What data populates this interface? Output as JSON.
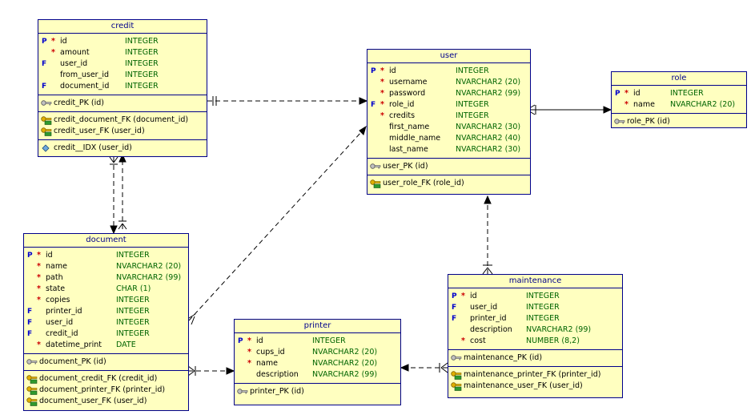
{
  "tables": {
    "credit": {
      "title": "credit",
      "columns": [
        {
          "pf": "P",
          "mand": "*",
          "name": "id",
          "type": "INTEGER"
        },
        {
          "pf": "",
          "mand": "*",
          "name": "amount",
          "type": "INTEGER"
        },
        {
          "pf": "F",
          "mand": "",
          "name": "user_id",
          "type": "INTEGER"
        },
        {
          "pf": "",
          "mand": "",
          "name": "from_user_id",
          "type": "INTEGER"
        },
        {
          "pf": "F",
          "mand": "",
          "name": "document_id",
          "type": "INTEGER"
        }
      ],
      "pk": [
        {
          "label": "credit_PK (id)",
          "icon": "primary-key-icon"
        }
      ],
      "fk": [
        {
          "label": "credit_document_FK (document_id)",
          "icon": "foreign-key-icon"
        },
        {
          "label": "credit_user_FK (user_id)",
          "icon": "foreign-key-icon"
        }
      ],
      "idx": [
        {
          "label": "credit__IDX (user_id)",
          "icon": "index-icon"
        }
      ]
    },
    "user": {
      "title": "user",
      "columns": [
        {
          "pf": "P",
          "mand": "*",
          "name": "id",
          "type": "INTEGER"
        },
        {
          "pf": "",
          "mand": "*",
          "name": "username",
          "type": "NVARCHAR2 (20)"
        },
        {
          "pf": "",
          "mand": "*",
          "name": "password",
          "type": "NVARCHAR2 (99)"
        },
        {
          "pf": "F",
          "mand": "*",
          "name": "role_id",
          "type": "INTEGER"
        },
        {
          "pf": "",
          "mand": "*",
          "name": "credits",
          "type": "INTEGER"
        },
        {
          "pf": "",
          "mand": "",
          "name": "first_name",
          "type": "NVARCHAR2 (30)"
        },
        {
          "pf": "",
          "mand": "",
          "name": "middle_name",
          "type": "NVARCHAR2 (40)"
        },
        {
          "pf": "",
          "mand": "",
          "name": "last_name",
          "type": "NVARCHAR2 (30)"
        }
      ],
      "pk": [
        {
          "label": "user_PK (id)",
          "icon": "primary-key-icon"
        }
      ],
      "fk": [
        {
          "label": "user_role_FK (role_id)",
          "icon": "foreign-key-icon"
        }
      ]
    },
    "role": {
      "title": "role",
      "columns": [
        {
          "pf": "P",
          "mand": "*",
          "name": "id",
          "type": "INTEGER"
        },
        {
          "pf": "",
          "mand": "*",
          "name": "name",
          "type": "NVARCHAR2 (20)"
        }
      ],
      "pk": [
        {
          "label": "role_PK (id)",
          "icon": "primary-key-icon"
        }
      ]
    },
    "document": {
      "title": "document",
      "columns": [
        {
          "pf": "P",
          "mand": "*",
          "name": "id",
          "type": "INTEGER"
        },
        {
          "pf": "",
          "mand": "*",
          "name": "name",
          "type": "NVARCHAR2 (20)"
        },
        {
          "pf": "",
          "mand": "*",
          "name": "path",
          "type": "NVARCHAR2 (99)"
        },
        {
          "pf": "",
          "mand": "*",
          "name": "state",
          "type": "CHAR (1)"
        },
        {
          "pf": "",
          "mand": "*",
          "name": "copies",
          "type": "INTEGER"
        },
        {
          "pf": "F",
          "mand": "",
          "name": "printer_id",
          "type": "INTEGER"
        },
        {
          "pf": "F",
          "mand": "",
          "name": "user_id",
          "type": "INTEGER"
        },
        {
          "pf": "F",
          "mand": "",
          "name": "credit_id",
          "type": "INTEGER"
        },
        {
          "pf": "",
          "mand": "*",
          "name": "datetime_print",
          "type": "DATE"
        }
      ],
      "pk": [
        {
          "label": "document_PK (id)",
          "icon": "primary-key-icon"
        }
      ],
      "fk": [
        {
          "label": "document_credit_FK (credit_id)",
          "icon": "foreign-key-icon"
        },
        {
          "label": "document_printer_FK (printer_id)",
          "icon": "foreign-key-icon"
        },
        {
          "label": "document_user_FK (user_id)",
          "icon": "foreign-key-icon"
        }
      ]
    },
    "printer": {
      "title": "printer",
      "columns": [
        {
          "pf": "P",
          "mand": "*",
          "name": "id",
          "type": "INTEGER"
        },
        {
          "pf": "",
          "mand": "*",
          "name": "cups_id",
          "type": "NVARCHAR2 (20)"
        },
        {
          "pf": "",
          "mand": "*",
          "name": "name",
          "type": "NVARCHAR2 (20)"
        },
        {
          "pf": "",
          "mand": "",
          "name": "description",
          "type": "NVARCHAR2 (99)"
        }
      ],
      "pk": [
        {
          "label": "printer_PK (id)",
          "icon": "primary-key-icon"
        }
      ]
    },
    "maintenance": {
      "title": "maintenance",
      "columns": [
        {
          "pf": "P",
          "mand": "*",
          "name": "id",
          "type": "INTEGER"
        },
        {
          "pf": "F",
          "mand": "",
          "name": "user_id",
          "type": "INTEGER"
        },
        {
          "pf": "F",
          "mand": "",
          "name": "printer_id",
          "type": "INTEGER"
        },
        {
          "pf": "",
          "mand": "",
          "name": "description",
          "type": "NVARCHAR2 (99)"
        },
        {
          "pf": "",
          "mand": "*",
          "name": "cost",
          "type": "NUMBER (8,2)"
        }
      ],
      "pk": [
        {
          "label": "maintenance_PK (id)",
          "icon": "primary-key-icon"
        }
      ],
      "fk": [
        {
          "label": "maintenance_printer_FK (printer_id)",
          "icon": "foreign-key-icon"
        },
        {
          "label": "maintenance_user_FK (user_id)",
          "icon": "foreign-key-icon"
        }
      ]
    }
  },
  "colors": {
    "table_fill": "#ffffc0",
    "border": "#00008b",
    "type_text": "#006400",
    "mandatory": "#cc0000",
    "key_flag": "#0000cc"
  }
}
